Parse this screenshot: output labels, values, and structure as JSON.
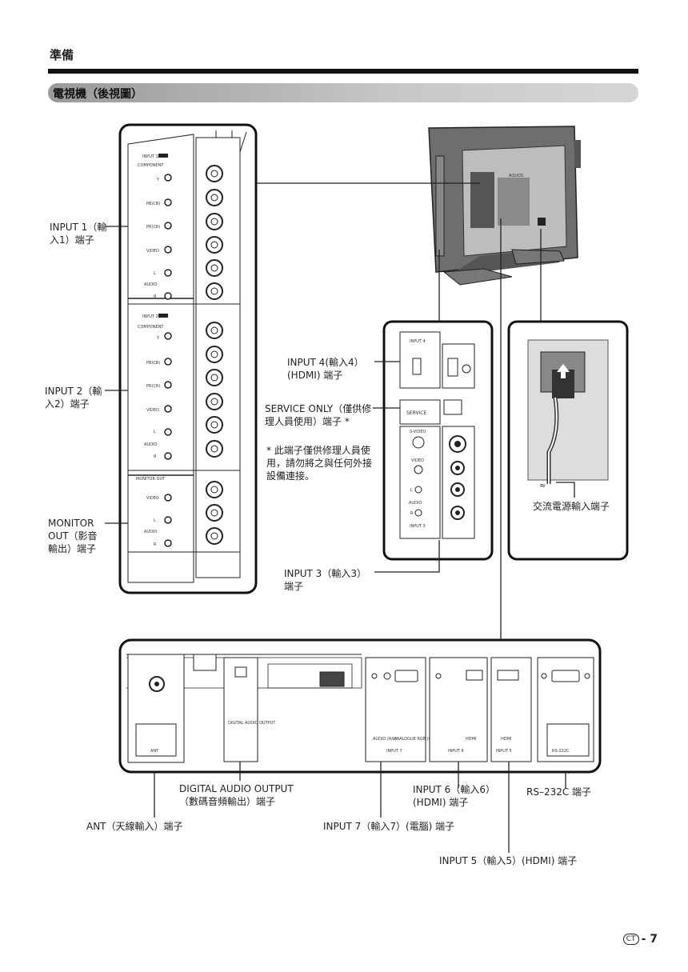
{
  "header": {
    "section": "準備"
  },
  "title_bar": {
    "text": "電視機（後視圖）"
  },
  "labels": {
    "input1": "INPUT 1（輸入1）端子",
    "input2": "INPUT 2（輸入2）端子",
    "monitor_out": "MONITOR OUT（影音輸出）端子",
    "input4": "INPUT 4(輸入4）(HDMI) 端子",
    "service_only": "SERVICE ONLY（僅供修理人員使用）端子 *",
    "note": "* 此端子僅供修理人員使用，請勿將之與任何外接設備連接。",
    "input3": "INPUT 3（輸入3）端子",
    "ac_input": "交流電源輸入端子",
    "digital_audio": "DIGITAL AUDIO OUTPUT（數碼音頻輸出）端子",
    "ant": "ANT（天線輸入）端子",
    "input6": "INPUT 6（輸入6）(HDMI) 端子",
    "input7": "INPUT 7（輸入7）(電腦) 端子",
    "rs232c": "RS–232C 端子",
    "input5": "INPUT 5（輸入5）(HDMI) 端子"
  },
  "panel_left": {
    "input1": "INPUT 1",
    "component": "COMPONENT",
    "y": "Y",
    "pb": "PB(CB)",
    "pr": "PR(CR)",
    "video": "VIDEO",
    "l": "L",
    "audio": "AUDIO",
    "r": "R",
    "input2": "INPUT 2",
    "monitor_out": "MONITOR OUT"
  },
  "panel_mid": {
    "input4": "INPUT 4",
    "service": "SERVICE",
    "svideo": "S-VIDEO",
    "video": "VIDEO",
    "l": "L",
    "audio": "AUDIO",
    "r": "R",
    "input3": "INPUT 3"
  },
  "panel_bottom": {
    "ant": "ANT",
    "digital_audio": "DIGITAL AUDIO OUTPUT",
    "audio_rl": "AUDIO (R/L)",
    "analogue": "ANALOGUE RGB (PC)",
    "input7": "INPUT 7",
    "input6": "INPUT 6",
    "input5": "INPUT 5",
    "hdmi": "HDMI",
    "rs232c": "RS-232C",
    "aquos": "AQUOS"
  },
  "footer": {
    "lang": "CT",
    "page": "7"
  }
}
